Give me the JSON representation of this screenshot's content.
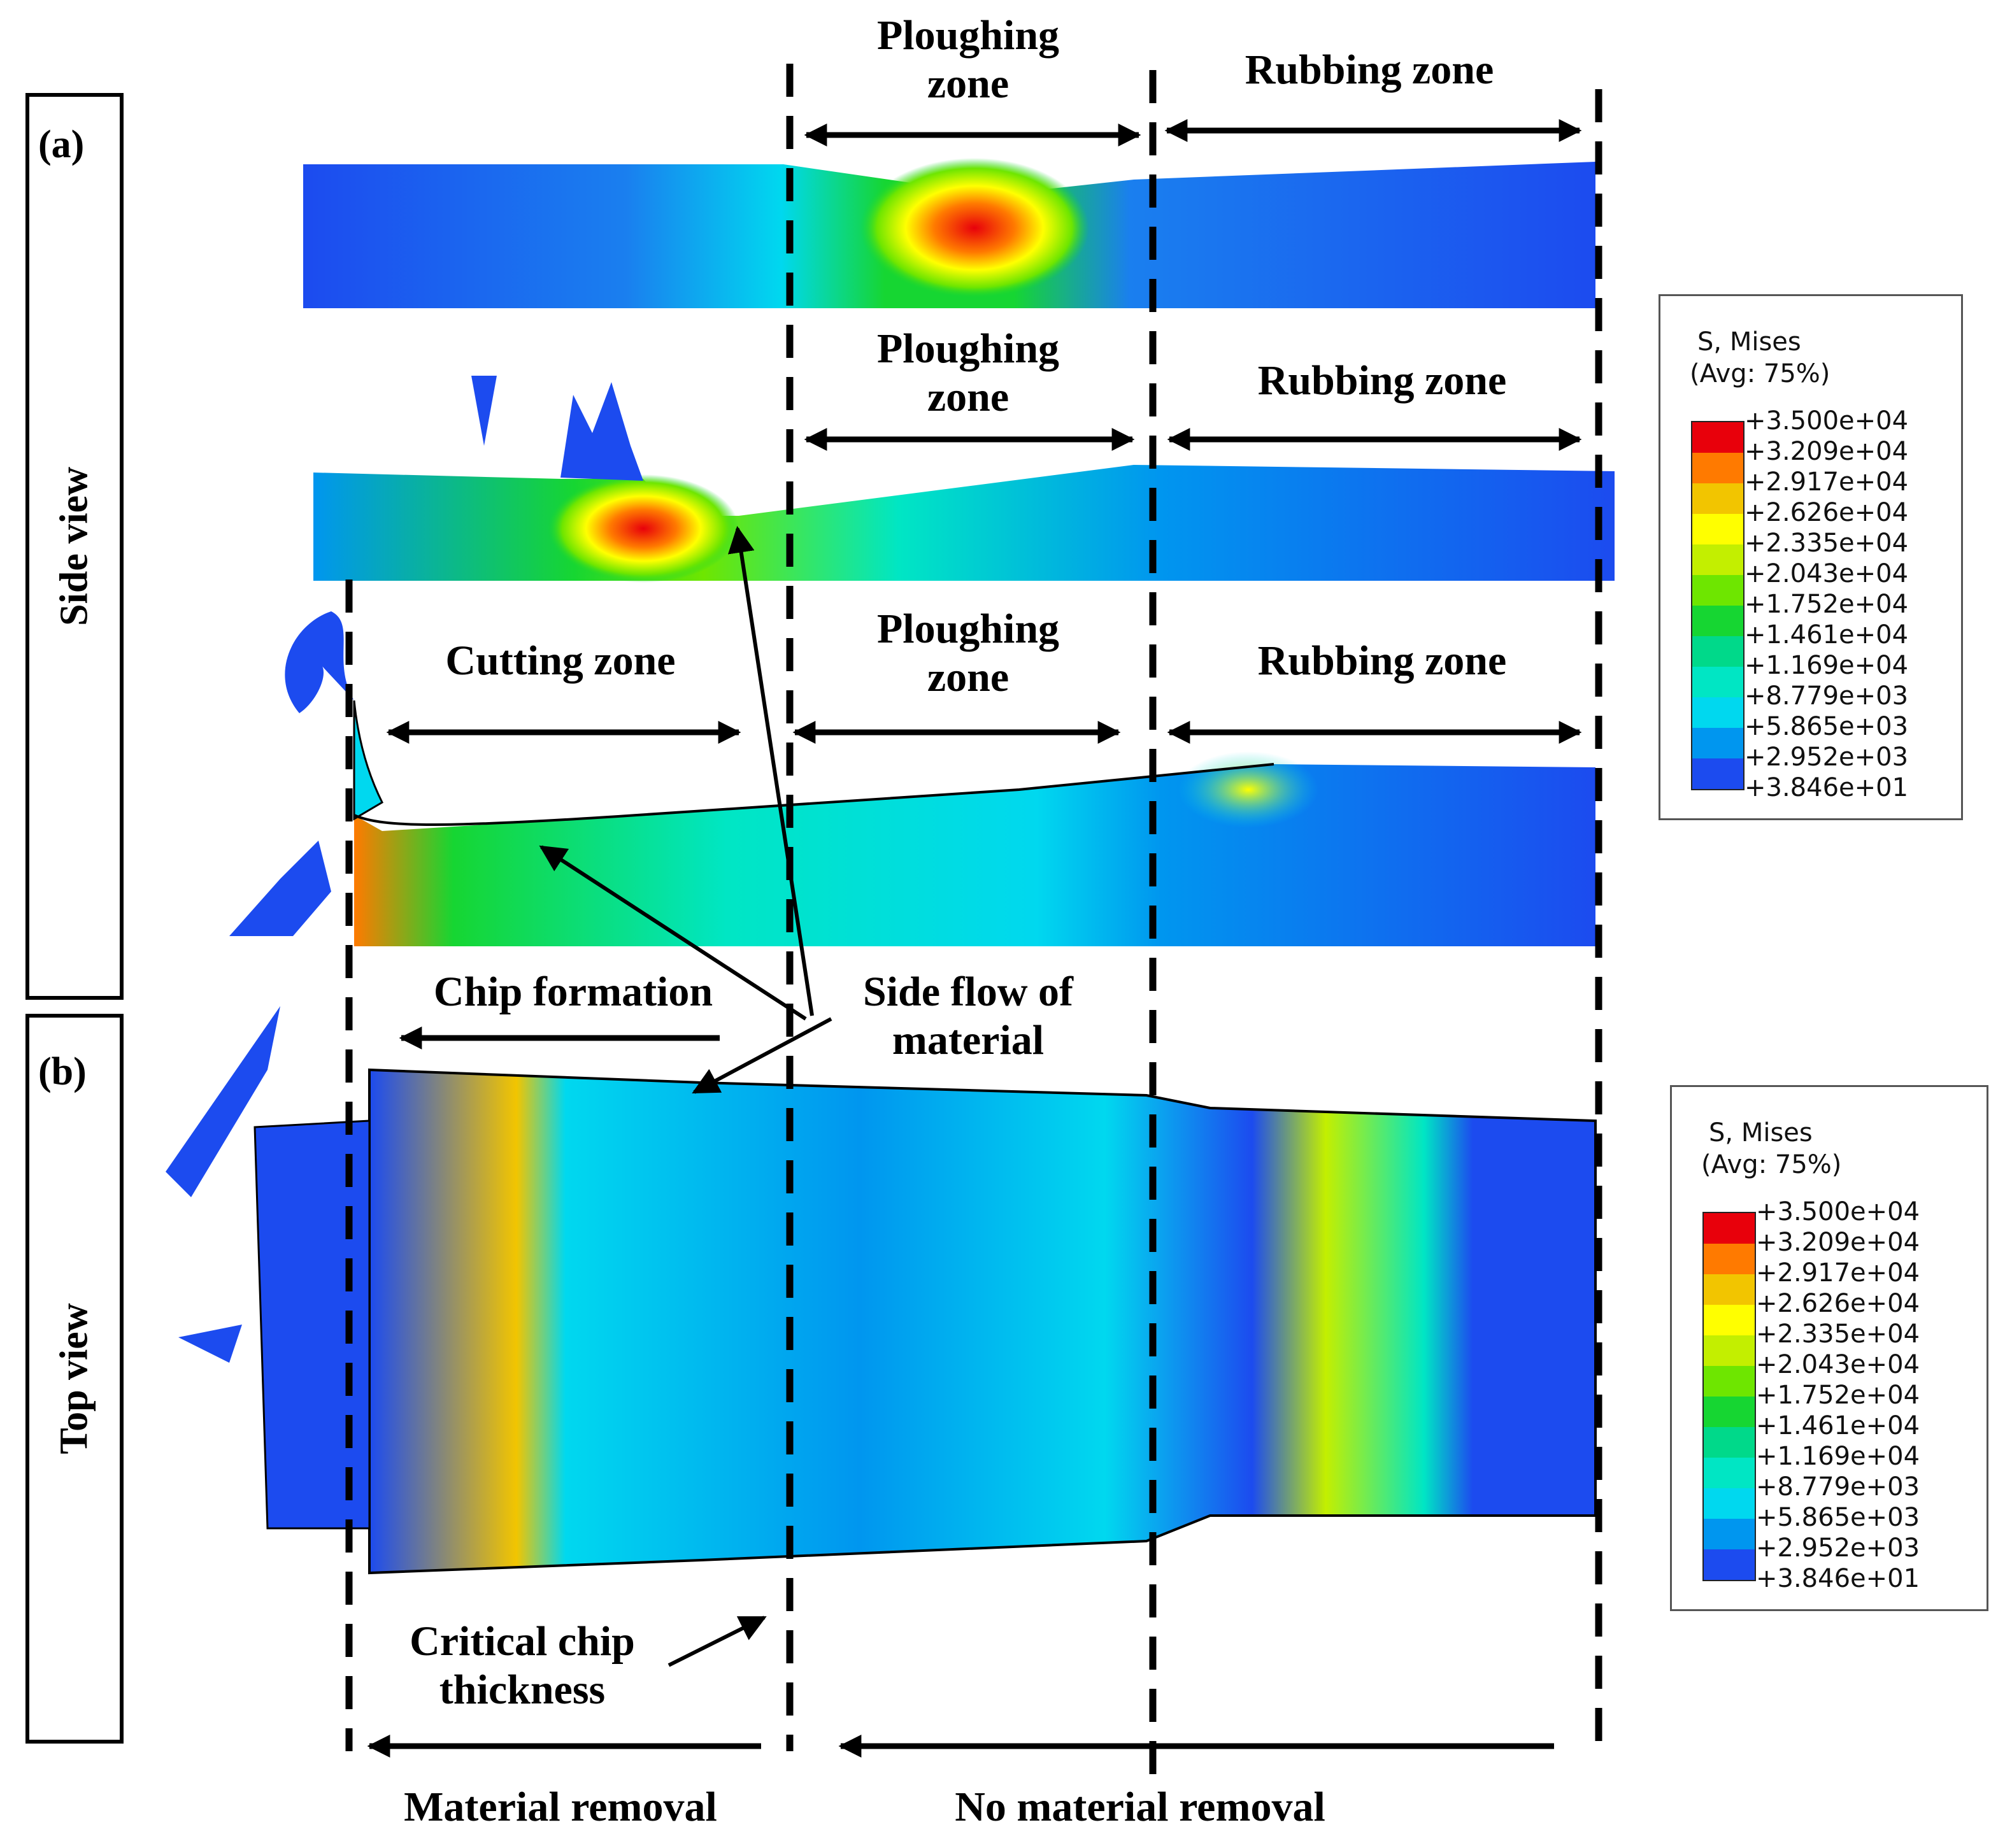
{
  "panels": {
    "side_view": {
      "letter": "(a)",
      "label": "Side view"
    },
    "top_view": {
      "letter": "(b)",
      "label": "Top view"
    }
  },
  "zones": {
    "row1": {
      "ploughing": "Ploughing\nzone",
      "rubbing": "Rubbing zone"
    },
    "row2": {
      "ploughing": "Ploughing\nzone",
      "rubbing": "Rubbing zone"
    },
    "row3": {
      "cutting": "Cutting zone",
      "ploughing": "Ploughing\nzone",
      "rubbing": "Rubbing zone"
    }
  },
  "annotations": {
    "chip_formation": "Chip formation",
    "side_flow": "Side flow of\nmaterial",
    "critical_chip": "Critical chip\nthickness",
    "material_removal": "Material removal",
    "no_material_removal": "No material removal"
  },
  "legend": {
    "title": "S, Mises",
    "subtitle": "(Avg: 75%)",
    "ticks": [
      "+3.500e+04",
      "+3.209e+04",
      "+2.917e+04",
      "+2.626e+04",
      "+2.335e+04",
      "+2.043e+04",
      "+1.752e+04",
      "+1.461e+04",
      "+1.169e+04",
      "+8.779e+03",
      "+5.865e+03",
      "+2.952e+03",
      "+3.846e+01"
    ],
    "colors": [
      "#e8000b",
      "#ff7a00",
      "#f2c500",
      "#ffff00",
      "#c3ef00",
      "#6ee600",
      "#16d632",
      "#00d98a",
      "#00e6c4",
      "#00d8ef",
      "#0096ef",
      "#1c4bef"
    ]
  }
}
